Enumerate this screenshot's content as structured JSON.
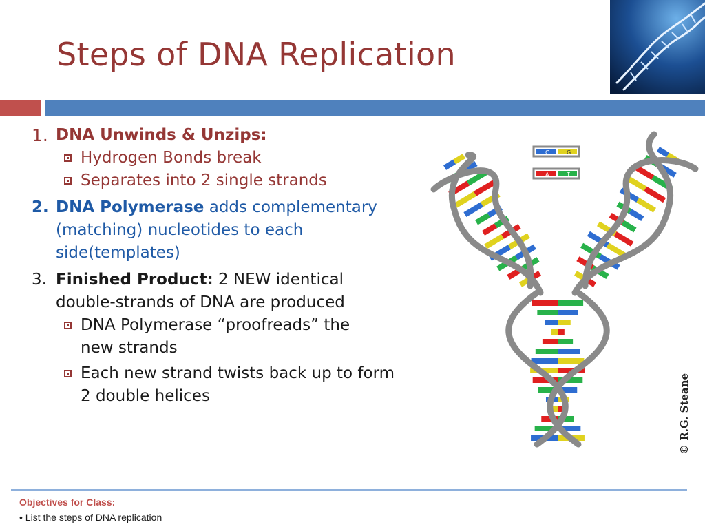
{
  "slide": {
    "title": "Steps of DNA Replication",
    "step1": {
      "number": "1.",
      "heading": "DNA Unwinds & Unzips:",
      "bullets": [
        "Hydrogen Bonds break",
        "Separates into 2 single strands"
      ]
    },
    "step2": {
      "number": "2.",
      "heading": "DNA Polymerase",
      "text_line1": "adds complementary",
      "text_line2": "(matching) nucleotides to each",
      "text_line3": "side(templates)"
    },
    "step3": {
      "number": "3.",
      "heading": "Finished Product:",
      "text_line1": "2 NEW identical",
      "text_line2": "double-strands of DNA are produced",
      "bullets": [
        {
          "line1": "DNA Polymerase “proofreads” the",
          "line2": "new strands"
        },
        {
          "line1": "Each new strand twists back up to form",
          "line2": "2 double helices"
        }
      ]
    },
    "figure": {
      "copyright": "© R.G. Steane",
      "base_letters": [
        "C",
        "G",
        "A",
        "T"
      ]
    },
    "footer": {
      "title": "Objectives for Class:",
      "item": "• List the steps of DNA replication"
    }
  }
}
